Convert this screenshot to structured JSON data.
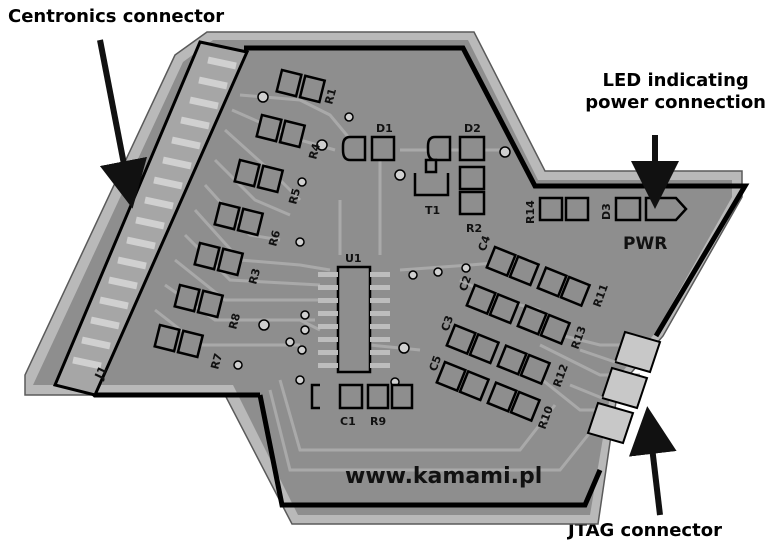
{
  "callouts": {
    "centronics": "Centronics connector",
    "led_line1": "LED indicating",
    "led_line2": "power connection",
    "jtag": "JTAG connector"
  },
  "silkscreen": {
    "url": "www.kamami.pl",
    "pwr": "PWR",
    "components": {
      "J1": "J1",
      "U1": "U1",
      "D1": "D1",
      "D2": "D2",
      "D3": "D3",
      "T1": "T1",
      "R1": "R1",
      "R2": "R2",
      "R3": "R3",
      "R4": "R4",
      "R5": "R5",
      "R6": "R6",
      "R7": "R7",
      "R8": "R8",
      "R9": "R9",
      "R10": "R10",
      "R11": "R11",
      "R12": "R12",
      "R13": "R13",
      "R14": "R14",
      "C1": "C1",
      "C2": "C2",
      "C3": "C3",
      "C4": "C4",
      "C5": "C5"
    }
  },
  "colors": {
    "board": "#8e8e8e",
    "board_edge": "#b9b9b9",
    "trace": "#a9a9a9",
    "outline": "#000000",
    "pad": "#bdbdbd"
  }
}
